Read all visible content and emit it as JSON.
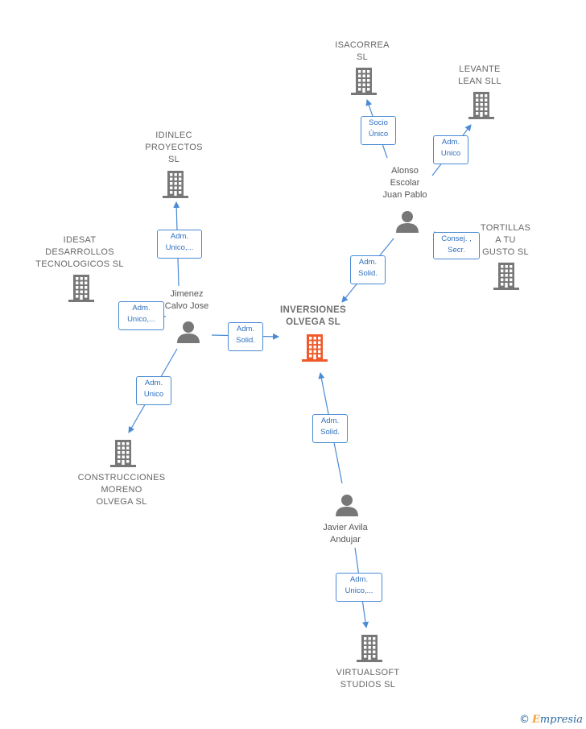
{
  "center": {
    "label": "INVERSIONES\nOLVEGA  SL",
    "color": "#f05a2b"
  },
  "companies": [
    {
      "id": "isacorrea",
      "label": "ISACORREA\nSL"
    },
    {
      "id": "levante",
      "label": "LEVANTE\nLEAN  SLL"
    },
    {
      "id": "idinlec",
      "label": "IDINLEC\nPROYECTOS\nSL"
    },
    {
      "id": "idesat",
      "label": "IDESAT\nDESARROLLOS\nTECNOLOGICOS SL"
    },
    {
      "id": "tortillas",
      "label": "TORTILLAS\nA TU\nGUSTO  SL"
    },
    {
      "id": "construcciones",
      "label": "CONSTRUCCIONES\nMORENO\nOLVEGA  SL"
    },
    {
      "id": "virtualsoft",
      "label": "VIRTUALSOFT\nSTUDIOS  SL"
    }
  ],
  "persons": [
    {
      "id": "alonso",
      "label": "Alonso\nEscolar\nJuan Pablo"
    },
    {
      "id": "jimenez",
      "label": "Jimenez\nCalvo Jose"
    },
    {
      "id": "javier",
      "label": "Javier Avila\nAndujar"
    }
  ],
  "edges": [
    {
      "id": "alonso-isacorrea",
      "label": "Socio\nÚnico"
    },
    {
      "id": "alonso-levante",
      "label": "Adm.\nUnico"
    },
    {
      "id": "alonso-tortillas",
      "label": "Consej. ,\nSecr."
    },
    {
      "id": "alonso-center",
      "label": "Adm.\nSolid."
    },
    {
      "id": "jimenez-idinlec",
      "label": "Adm.\nUnico,..."
    },
    {
      "id": "jimenez-idesat",
      "label": "Adm.\nUnico,..."
    },
    {
      "id": "jimenez-center",
      "label": "Adm.\nSolid."
    },
    {
      "id": "jimenez-construcciones",
      "label": "Adm.\nUnico"
    },
    {
      "id": "javier-center",
      "label": "Adm.\nSolid."
    },
    {
      "id": "javier-virtualsoft",
      "label": "Adm.\nUnico,..."
    }
  ],
  "colors": {
    "edge": "#4a8bd4",
    "building": "#777777",
    "person": "#777777"
  },
  "watermark": {
    "copyright": "©",
    "brand_initial": "E",
    "brand_rest": "mpresia"
  }
}
